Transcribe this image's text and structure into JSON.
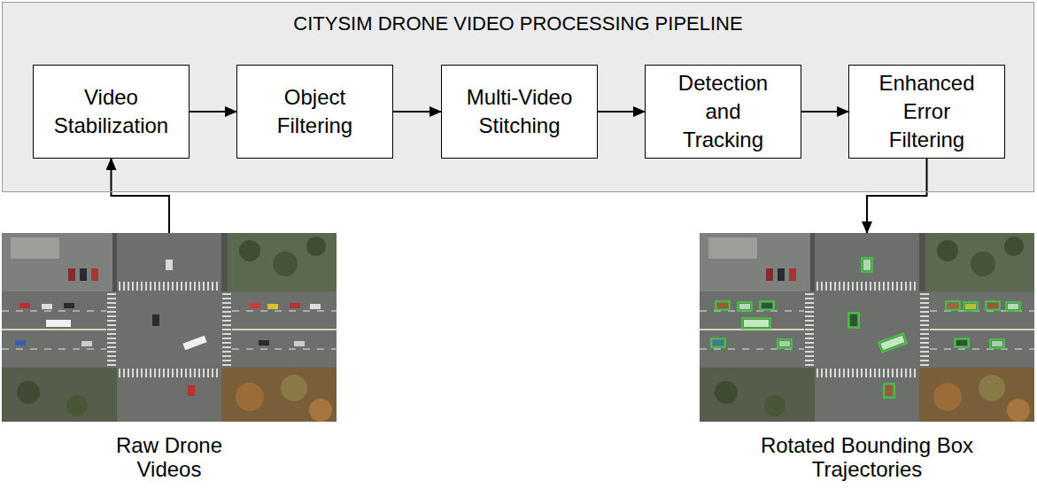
{
  "diagram": {
    "nodes": [
      {
        "text": [
          "CITYSIM DRONE VIDEO PROCESSING PIPELINE"
        ]
      },
      {
        "text": [
          "Video Stabilization"
        ],
        "in": 0
      },
      {
        "text": [
          "Object Filtering"
        ],
        "in": 0
      },
      {
        "text": [
          "Multi-Video Stitching"
        ],
        "in": 0
      },
      {
        "text": [
          "Detection and Tracking"
        ],
        "in": 0
      },
      {
        "text": [
          "Enhanced Error Filtering"
        ],
        "in": 0
      },
      {
        "text": [
          "Raw Drone Videos"
        ]
      },
      {
        "text": [
          "Rotated Bounding Box Trajectories"
        ]
      }
    ],
    "edges": [
      {
        "from": 6,
        "to": 1,
        "arrow": "to"
      },
      {
        "from": 1,
        "to": 2,
        "arrow": "to"
      },
      {
        "from": 2,
        "to": 3,
        "arrow": "to"
      },
      {
        "from": 3,
        "to": 4,
        "arrow": "to"
      },
      {
        "from": 4,
        "to": 5,
        "arrow": "to"
      },
      {
        "from": 5,
        "to": 7,
        "arrow": "to"
      }
    ]
  }
}
